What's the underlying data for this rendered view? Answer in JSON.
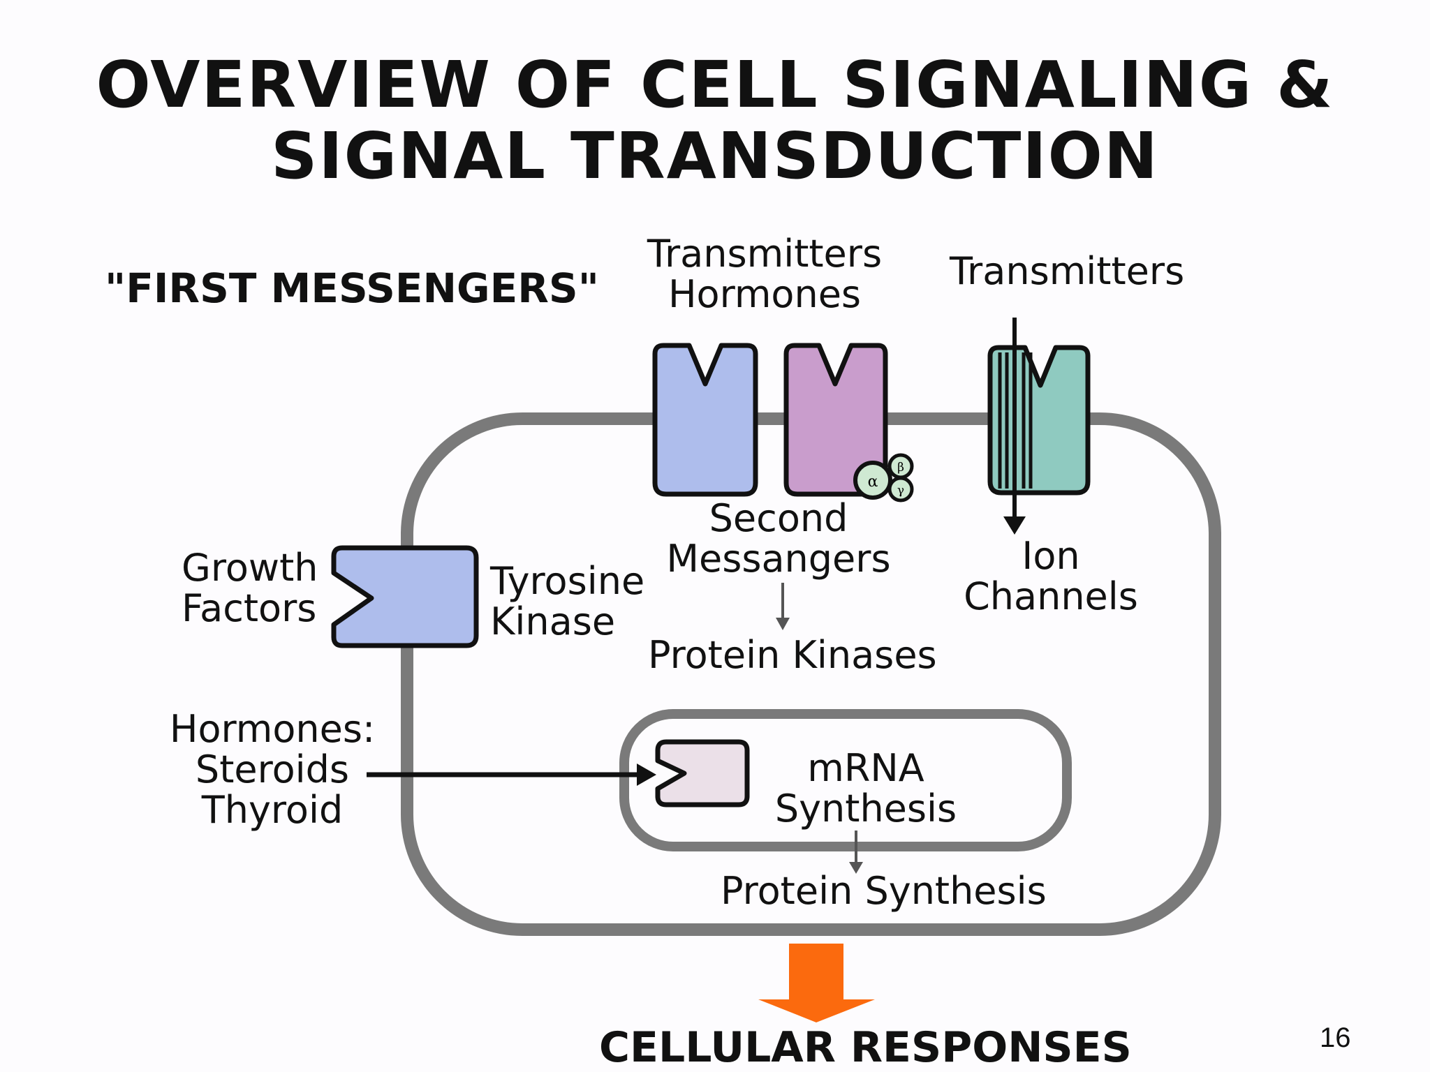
{
  "title": {
    "line1": "OVERVIEW OF CELL SIGNALING &",
    "line2": "SIGNAL TRANSDUCTION"
  },
  "first_messengers": "\"FIRST MESSENGERS\"",
  "labels": {
    "transmitters_hormones": [
      "Transmitters",
      "Hormones"
    ],
    "transmitters": "Transmitters",
    "growth_factors": [
      "Growth",
      "Factors"
    ],
    "tyrosine_kinase": [
      "Tyrosine",
      "Kinase"
    ],
    "second_messengers": [
      "Second",
      "Messangers"
    ],
    "protein_kinases": "Protein Kinases",
    "ion_channels": [
      "Ion",
      "Channels"
    ],
    "hormones_steroids_thyroid": [
      "Hormones:",
      "Steroids",
      "Thyroid"
    ],
    "mrna_synthesis": [
      "mRNA",
      "Synthesis"
    ],
    "protein_synthesis": "Protein Synthesis",
    "cellular_responses": "CELLULAR RESPONSES",
    "g_protein_subunits": [
      "α",
      "β",
      "γ"
    ]
  },
  "colors": {
    "receptor_blue": "#aebdec",
    "receptor_purple": "#c99dcc",
    "ion_channel_teal": "#8fcac0",
    "nuclear_receptor": "#ebe0e8",
    "g_protein": "#cfe9d2",
    "membrane_gray": "#7a7a7a",
    "response_arrow_orange": "#fb6a0e"
  },
  "page_number": "16"
}
